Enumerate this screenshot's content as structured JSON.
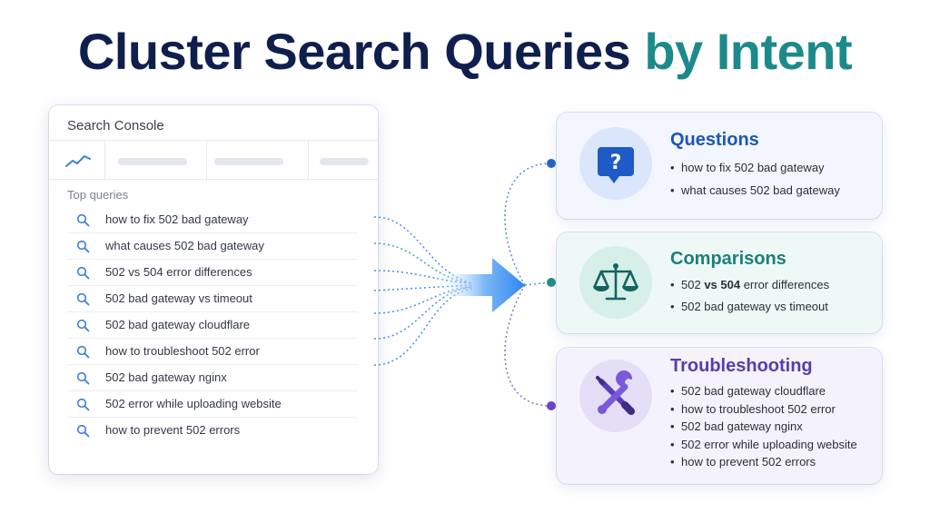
{
  "title": {
    "main": "Cluster Search Queries",
    "accent": "by Intent"
  },
  "console": {
    "title": "Search Console",
    "section_label": "Top queries",
    "queries": [
      "how to fix 502 bad gateway",
      "what causes 502 bad gateway",
      "502 vs 504 error differences",
      "502 bad gateway vs timeout",
      "502 bad gateway cloudflare",
      "how to troubleshoot 502 error",
      "502 bad gateway nginx",
      "502 error while uploading website",
      "how to prevent 502 errors"
    ]
  },
  "clusters": {
    "questions": {
      "title": "Questions",
      "icon": "question-bubble-icon",
      "items": [
        "how to fix 502 bad gateway",
        "what causes 502 bad gateway"
      ]
    },
    "comparisons": {
      "title": "Comparisons",
      "icon": "scale-icon",
      "item_1_pre": "502 ",
      "item_1_bold": "vs 504",
      "item_1_post": " error differences",
      "item_2": "502 bad gateway vs timeout"
    },
    "troubleshooting": {
      "title": "Troubleshooting",
      "icon": "wrench-screwdriver-icon",
      "items": [
        "502 bad gateway cloudflare",
        "how to troubleshoot 502 error",
        "502 bad gateway nginx",
        "502 error while uploading website",
        "how to prevent 502 errors"
      ]
    }
  },
  "colors": {
    "title": "#0f1f4d",
    "accent": "#1c8a8a",
    "questions": "#1c55b8",
    "comparisons": "#1d7f78",
    "troubleshooting": "#5a3dab",
    "arrow": "#3d8ff0"
  }
}
